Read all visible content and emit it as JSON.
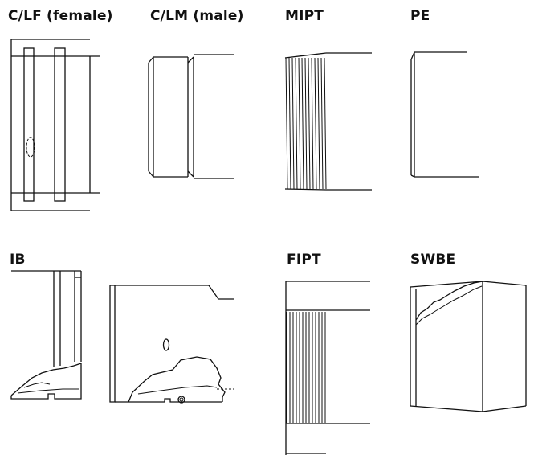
{
  "labels": {
    "clf": "C/LF (female)",
    "clm": "C/LM (male)",
    "mipt": "MIPT",
    "pe": "PE",
    "ib": "IB",
    "fipt": "FIPT",
    "swbe": "SWBE"
  },
  "colors": {
    "line": "#111111",
    "background": "#ffffff"
  }
}
